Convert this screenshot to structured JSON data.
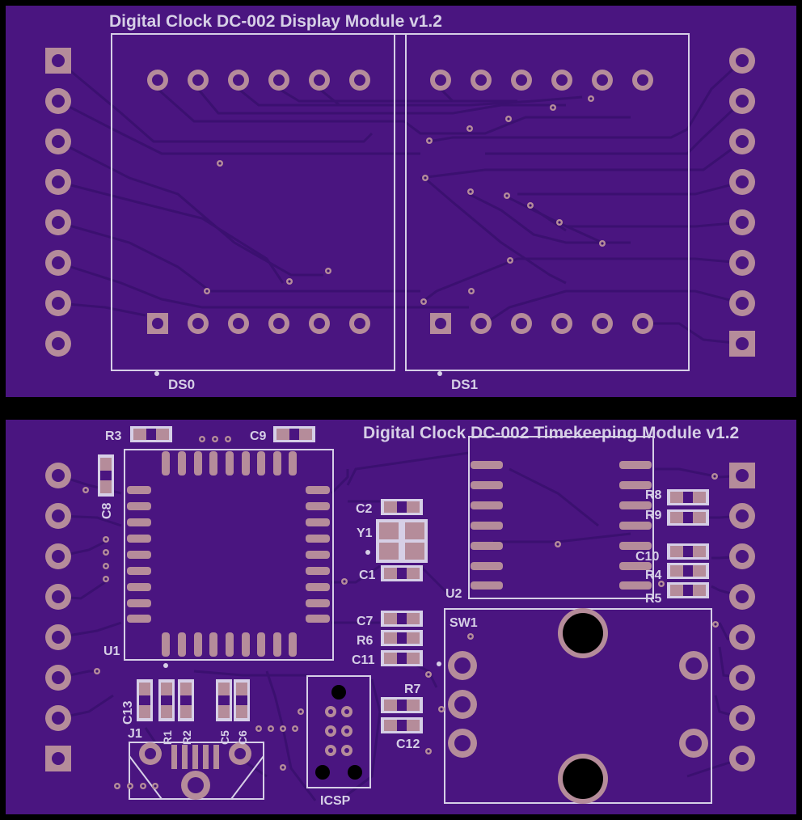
{
  "colors": {
    "board": "#4a1580",
    "edge": "#000000",
    "trace": "#3b1070",
    "silkscreen": "#d6cfe6",
    "copper": "#b58c9a",
    "hole": "#000000",
    "pad": "#b58c9a"
  },
  "display_module": {
    "title": "Digital Clock DC-002 Display Module v1.2",
    "ds0": "DS0",
    "ds1": "DS1"
  },
  "timekeeping_module": {
    "title": "Digital Clock DC-002 Timekeeping Module v1.2",
    "labels": {
      "r3": "R3",
      "c9": "C9",
      "c8": "C8",
      "c2": "C2",
      "y1": "Y1",
      "c1": "C1",
      "u1": "U1",
      "u2": "U2",
      "r8": "R8",
      "r9": "R9",
      "c10": "C10",
      "r4": "R4",
      "r5": "R5",
      "c7": "C7",
      "r6": "R6",
      "c11": "C11",
      "sw1": "SW1",
      "r7": "R7",
      "c12": "C12",
      "c13": "C13",
      "r1": "R1",
      "r2": "R2",
      "c5": "C5",
      "c6": "C6",
      "j1": "J1",
      "icsp": "ICSP"
    }
  }
}
